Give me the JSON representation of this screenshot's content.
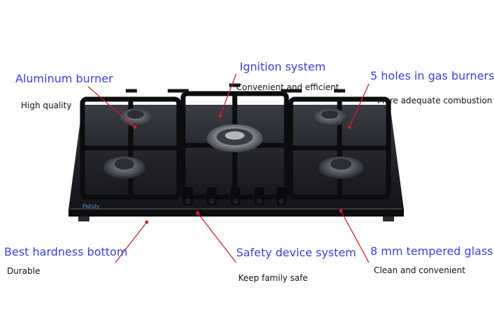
{
  "brand": "Patoly",
  "features": [
    {
      "id": "aluminum-burner",
      "title": "Aluminum burner",
      "subtitle": "High quality"
    },
    {
      "id": "ignition-system",
      "title": "Ignition system",
      "subtitle": "Convenient and efficient"
    },
    {
      "id": "gas-burner-holes",
      "title": "5 holes in gas burners",
      "subtitle": "More adequate combustion"
    },
    {
      "id": "hardness-bottom",
      "title": "Best hardness bottom",
      "subtitle": "Durable"
    },
    {
      "id": "safety-device",
      "title": "Safety device system",
      "subtitle": "Keep family safe"
    },
    {
      "id": "tempered-glass",
      "title": "8 mm tempered glass",
      "subtitle": "Clean and convenient"
    }
  ],
  "colors": {
    "title": "#3b3fd8",
    "callout_line": "#d01e2e",
    "glass": "#1c1e22",
    "grate": "#0e0f11"
  }
}
